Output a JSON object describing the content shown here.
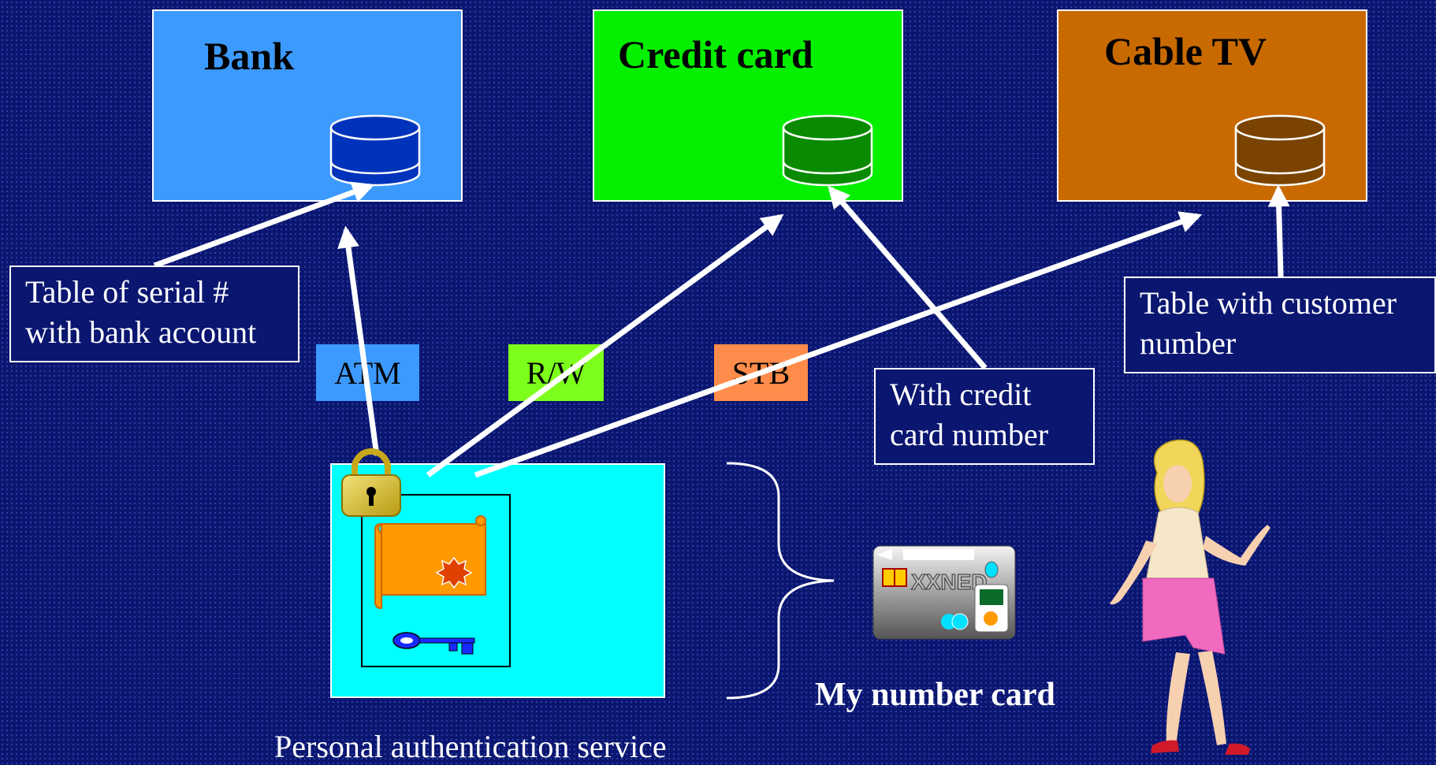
{
  "organizations": {
    "bank": {
      "title": "Bank",
      "color": "#3c9aff",
      "db_color": "#0033bb"
    },
    "credit_card": {
      "title": "Credit card",
      "color": "#05f000",
      "db_color": "#0a8a00"
    },
    "cable_tv": {
      "title": "Cable TV",
      "color": "#c86a00",
      "db_color": "#7a4400"
    }
  },
  "notes": {
    "bank_table": [
      "Table of serial #",
      "with bank account"
    ],
    "credit_number": [
      "With credit",
      "card number"
    ],
    "customer_table": [
      "Table with customer",
      "number"
    ]
  },
  "terminals": {
    "atm": {
      "label": "ATM",
      "color": "#3c9aff"
    },
    "rw": {
      "label": "R/W",
      "color": "#7cff1a"
    },
    "stb": {
      "label": "STB",
      "color": "#ff8c4a"
    }
  },
  "card_label": "My number card",
  "service_label": "Personal authentication service",
  "card_text": "XXNED",
  "colors": {
    "background": "#0a1670",
    "service_box": "#00ffff",
    "certificate": "#ff9900"
  },
  "icons": [
    "database-icon",
    "padlock-icon",
    "certificate-icon",
    "key-icon",
    "ic-card-icon",
    "brace-icon",
    "woman-figure"
  ]
}
